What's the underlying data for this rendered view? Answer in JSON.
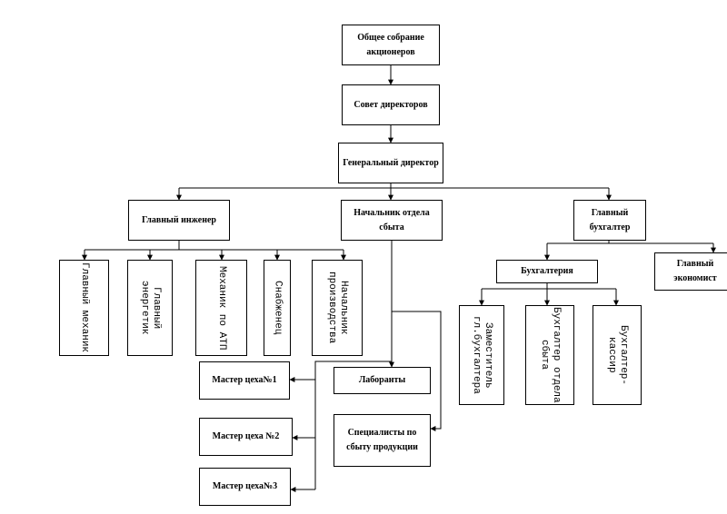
{
  "nodes": {
    "shareholders": "Общее собрание акционеров",
    "board": "Совет директоров",
    "ceo": "Генеральный директор",
    "chief_engineer": "Главный инженер",
    "sales_head": "Начальник отдела сбыта",
    "chief_accountant": "Главный бухгалтер",
    "chief_mechanic": "Главный механик",
    "chief_power": "Главный энергетик",
    "atp_mechanic": "Механик по АТП",
    "supplier": "Снабженец",
    "production_head": "Начальник производства",
    "accounting": "Бухгалтерия",
    "chief_economist": "Главный экономист",
    "deputy_accountant": "Заместитель гл.бухгалтера",
    "dept_accountant": "Бухгалтер отдела сбыта",
    "cashier": "Бухгалтер- кассир",
    "workshop1": "Мастер цеха№1",
    "workshop2": "Мастер цеха №2",
    "workshop3": "Мастер цеха№3",
    "lab": "Лаборанты",
    "sales_specialists": "Специалисты по сбыту продукции"
  },
  "colors": {
    "line": "#000000",
    "box_border": "#000000",
    "box_fill": "#ffffff",
    "text": "#000000"
  }
}
